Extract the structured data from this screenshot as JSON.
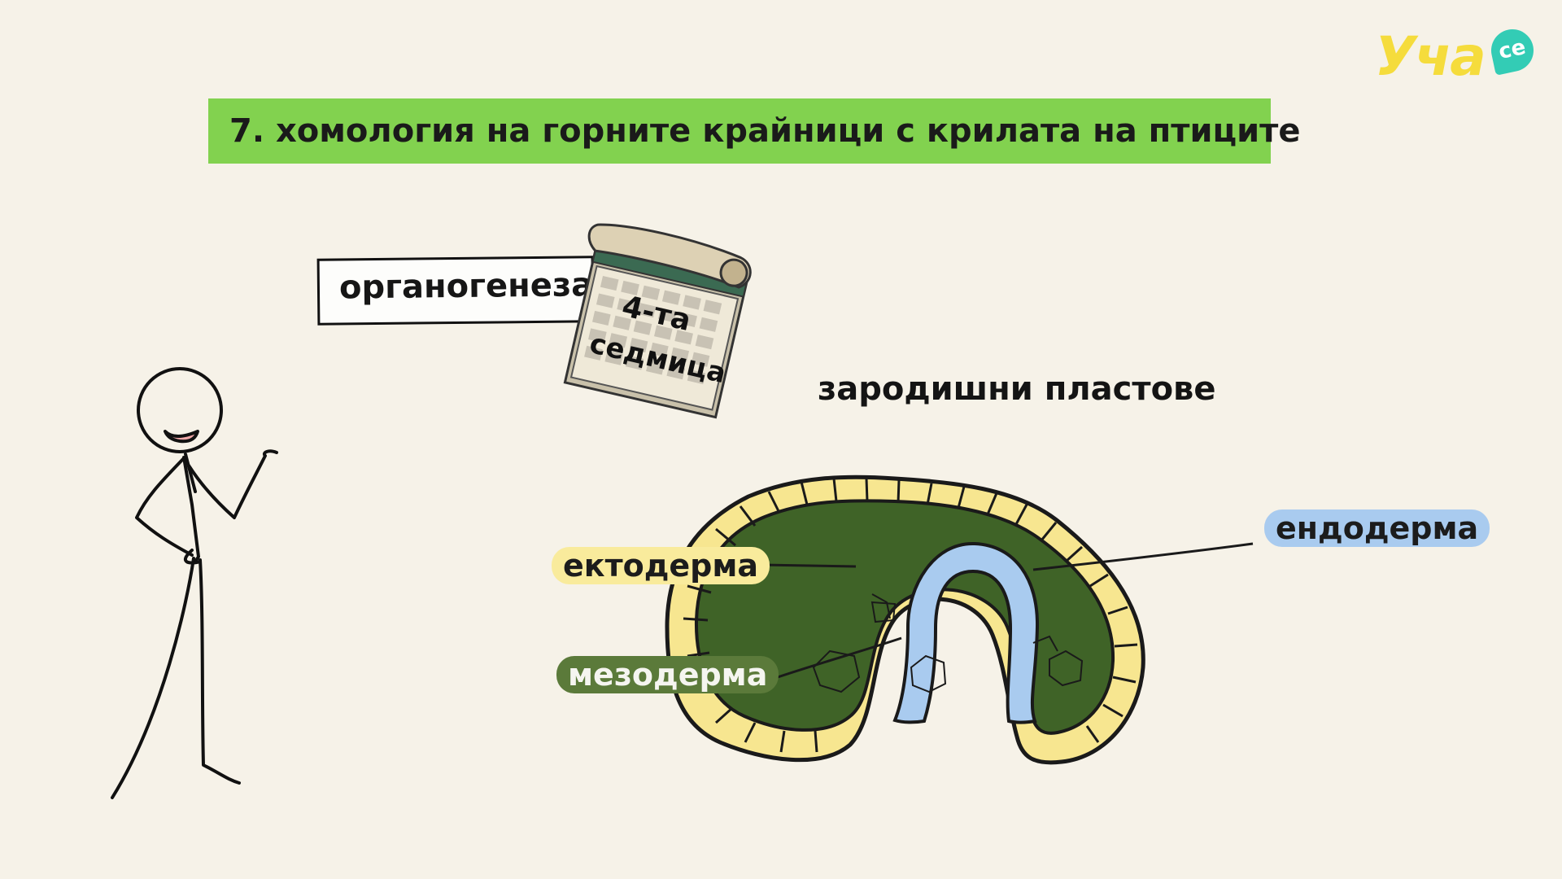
{
  "logo": {
    "text": "Уча",
    "badge": "се"
  },
  "title": "7. хомология на горните крайници с крилата на птиците",
  "organogenesis": {
    "label": "органогенеза",
    "calendar_line1": "4-та",
    "calendar_line2": "седмица"
  },
  "germ_layers": {
    "title": "зародишни пластове",
    "ectoderm": "ектодерма",
    "mesoderm": "мезодерма",
    "endoderm": "ендодерма"
  },
  "colors": {
    "title_bar": "#82d24f",
    "ectoderm": "#f9eb9c",
    "mesoderm": "#3f6327",
    "endoderm": "#a9cbef",
    "background": "#f6f2e8"
  }
}
